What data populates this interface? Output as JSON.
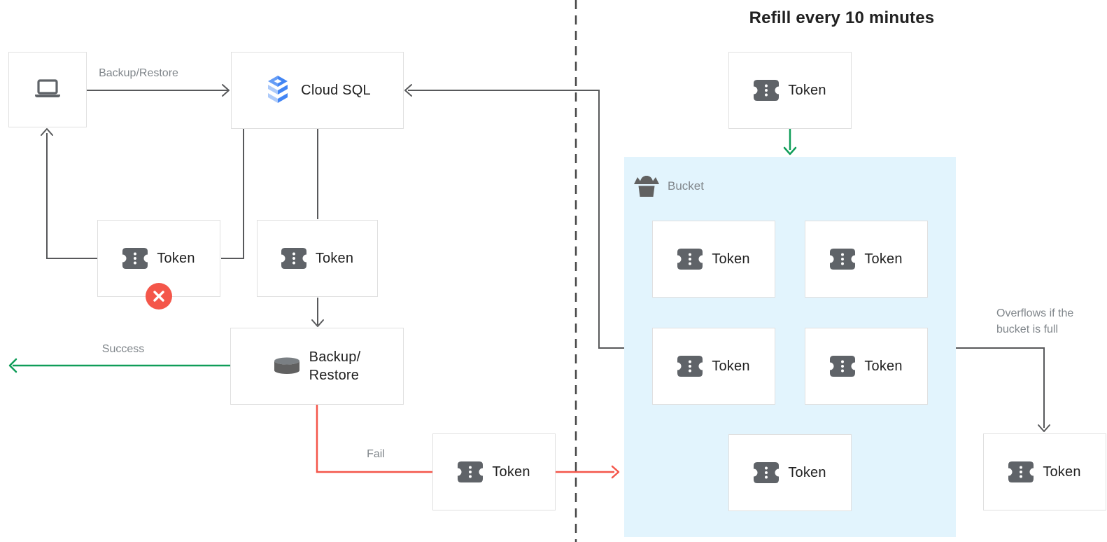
{
  "title": "Refill every 10 minutes",
  "colors": {
    "success_green": "#0F9D58",
    "fail_red": "#F4564A",
    "wire_gray": "#58595B",
    "bucket_bg": "#E2F4FD",
    "icon_gray": "#5F6368",
    "label_gray": "#80868B",
    "text_dark": "#212121",
    "box_border": "#E0E0E0"
  },
  "nodes": {
    "client": {
      "icon": "laptop-icon"
    },
    "cloud_sql": {
      "label": "Cloud SQL",
      "icon": "cloud-sql-icon"
    },
    "token": {
      "label": "Token",
      "icon": "token-ticket-icon"
    },
    "backup_restore": {
      "label": "Backup/Restore",
      "lines": [
        "Backup/",
        "Restore"
      ],
      "icon": "database-icon"
    },
    "bucket": {
      "label": "Bucket",
      "icon": "bucket-icon"
    }
  },
  "labels": {
    "backup_restore_edge": "Backup/Restore",
    "success": "Success",
    "fail": "Fail",
    "overflow": "Overflows if the bucket is full"
  }
}
